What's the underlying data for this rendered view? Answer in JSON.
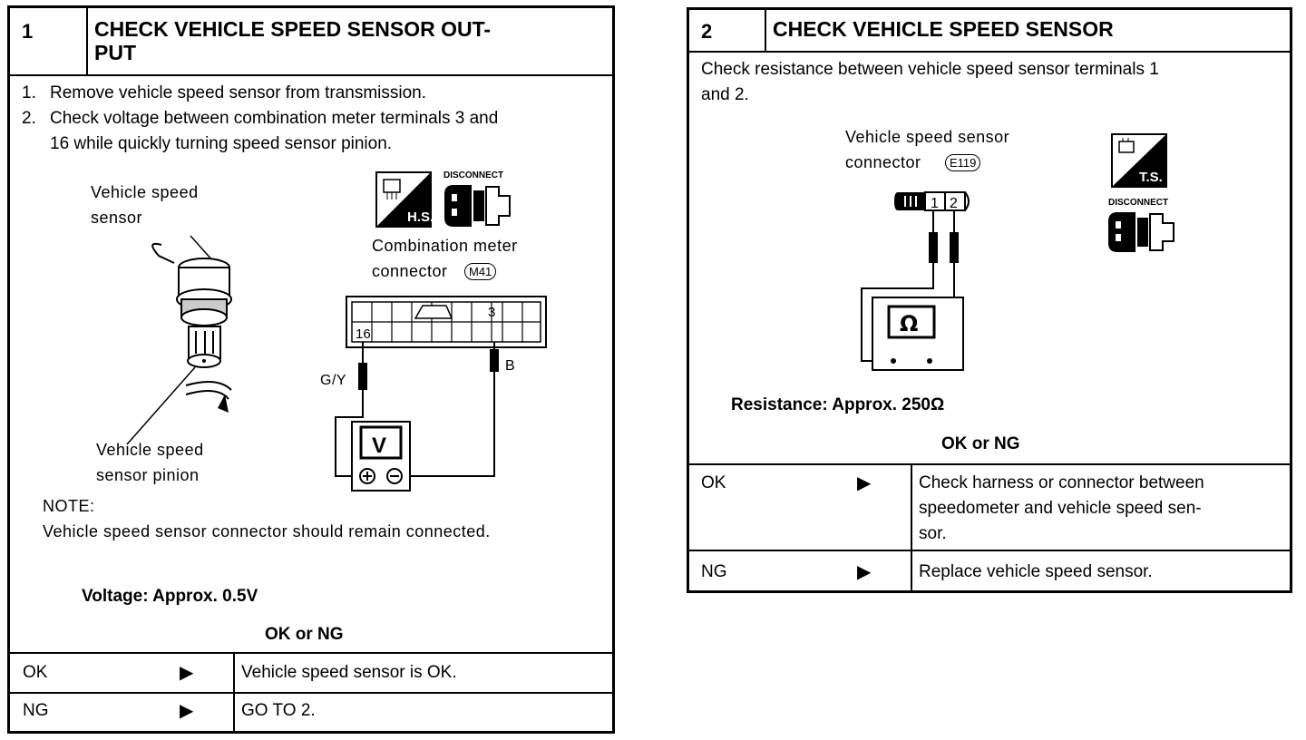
{
  "step1": {
    "number": "1",
    "title_line1": "CHECK VEHICLE SPEED SENSOR OUT-",
    "title_line2": "PUT",
    "instructions": [
      {
        "num": "1.",
        "text": "Remove vehicle speed sensor from transmission."
      },
      {
        "num": "2.",
        "text": "Check voltage between combination meter terminals 3 and"
      },
      {
        "num": "",
        "text": "16 while quickly turning speed sensor pinion."
      }
    ],
    "diagram": {
      "sensor_label_1": "Vehicle  speed",
      "sensor_label_2": "sensor",
      "pinion_label_1": "Vehicle  speed",
      "pinion_label_2": "sensor  pinion",
      "hs_icon_text": "H.S.",
      "disconnect_text": "DISCONNECT",
      "meter_label_1": "Combination  meter",
      "meter_label_2": "connector",
      "connector_id": "M41",
      "pin_16": "16",
      "pin_3": "3",
      "wire_gy": "G/Y",
      "wire_b": "B",
      "meter_symbol": "V"
    },
    "note_title": "NOTE:",
    "note_text": "Vehicle  speed  sensor  connector  should  remain  connected.",
    "spec": "Voltage: Approx. 0.5V",
    "ok_ng": "OK or NG",
    "results": [
      {
        "status": "OK",
        "action": "Vehicle speed sensor is OK."
      },
      {
        "status": "NG",
        "action": "GO TO 2."
      }
    ]
  },
  "step2": {
    "number": "2",
    "title": "CHECK VEHICLE SPEED SENSOR",
    "instruction_line1": "Check resistance between vehicle speed sensor terminals 1",
    "instruction_line2": "and 2.",
    "diagram": {
      "connector_label_1": "Vehicle  speed  sensor",
      "connector_label_2": "connector",
      "connector_id": "E119",
      "pin_1": "1",
      "pin_2": "2",
      "ts_icon_text": "T.S.",
      "disconnect_text": "DISCONNECT",
      "meter_symbol": "Ω"
    },
    "spec": "Resistance: Approx. 250Ω",
    "ok_ng": "OK or NG",
    "results": [
      {
        "status": "OK",
        "action_lines": [
          "Check harness or connector between",
          "speedometer and vehicle speed sen-",
          "sor."
        ]
      },
      {
        "status": "NG",
        "action_lines": [
          "Replace vehicle speed sensor."
        ]
      }
    ]
  }
}
